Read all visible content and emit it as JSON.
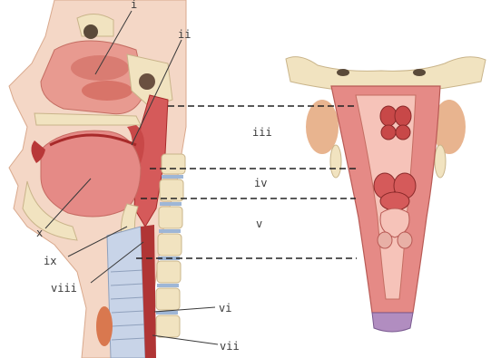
{
  "labels": {
    "i": "i",
    "ii": "ii",
    "iii": "iii",
    "iv": "iv",
    "v": "v",
    "vi": "vi",
    "vii": "vii",
    "viii": "viii",
    "ix": "ix",
    "x": "x"
  },
  "colors": {
    "skin": "#f4d7c6",
    "bone": "#f1e3c0",
    "mucosa": "#e58a86",
    "muscle": "#d55a5a",
    "dark_red": "#a82a2a",
    "cartilage": "#c8d4e8",
    "cavity": "#f6c3b9"
  }
}
